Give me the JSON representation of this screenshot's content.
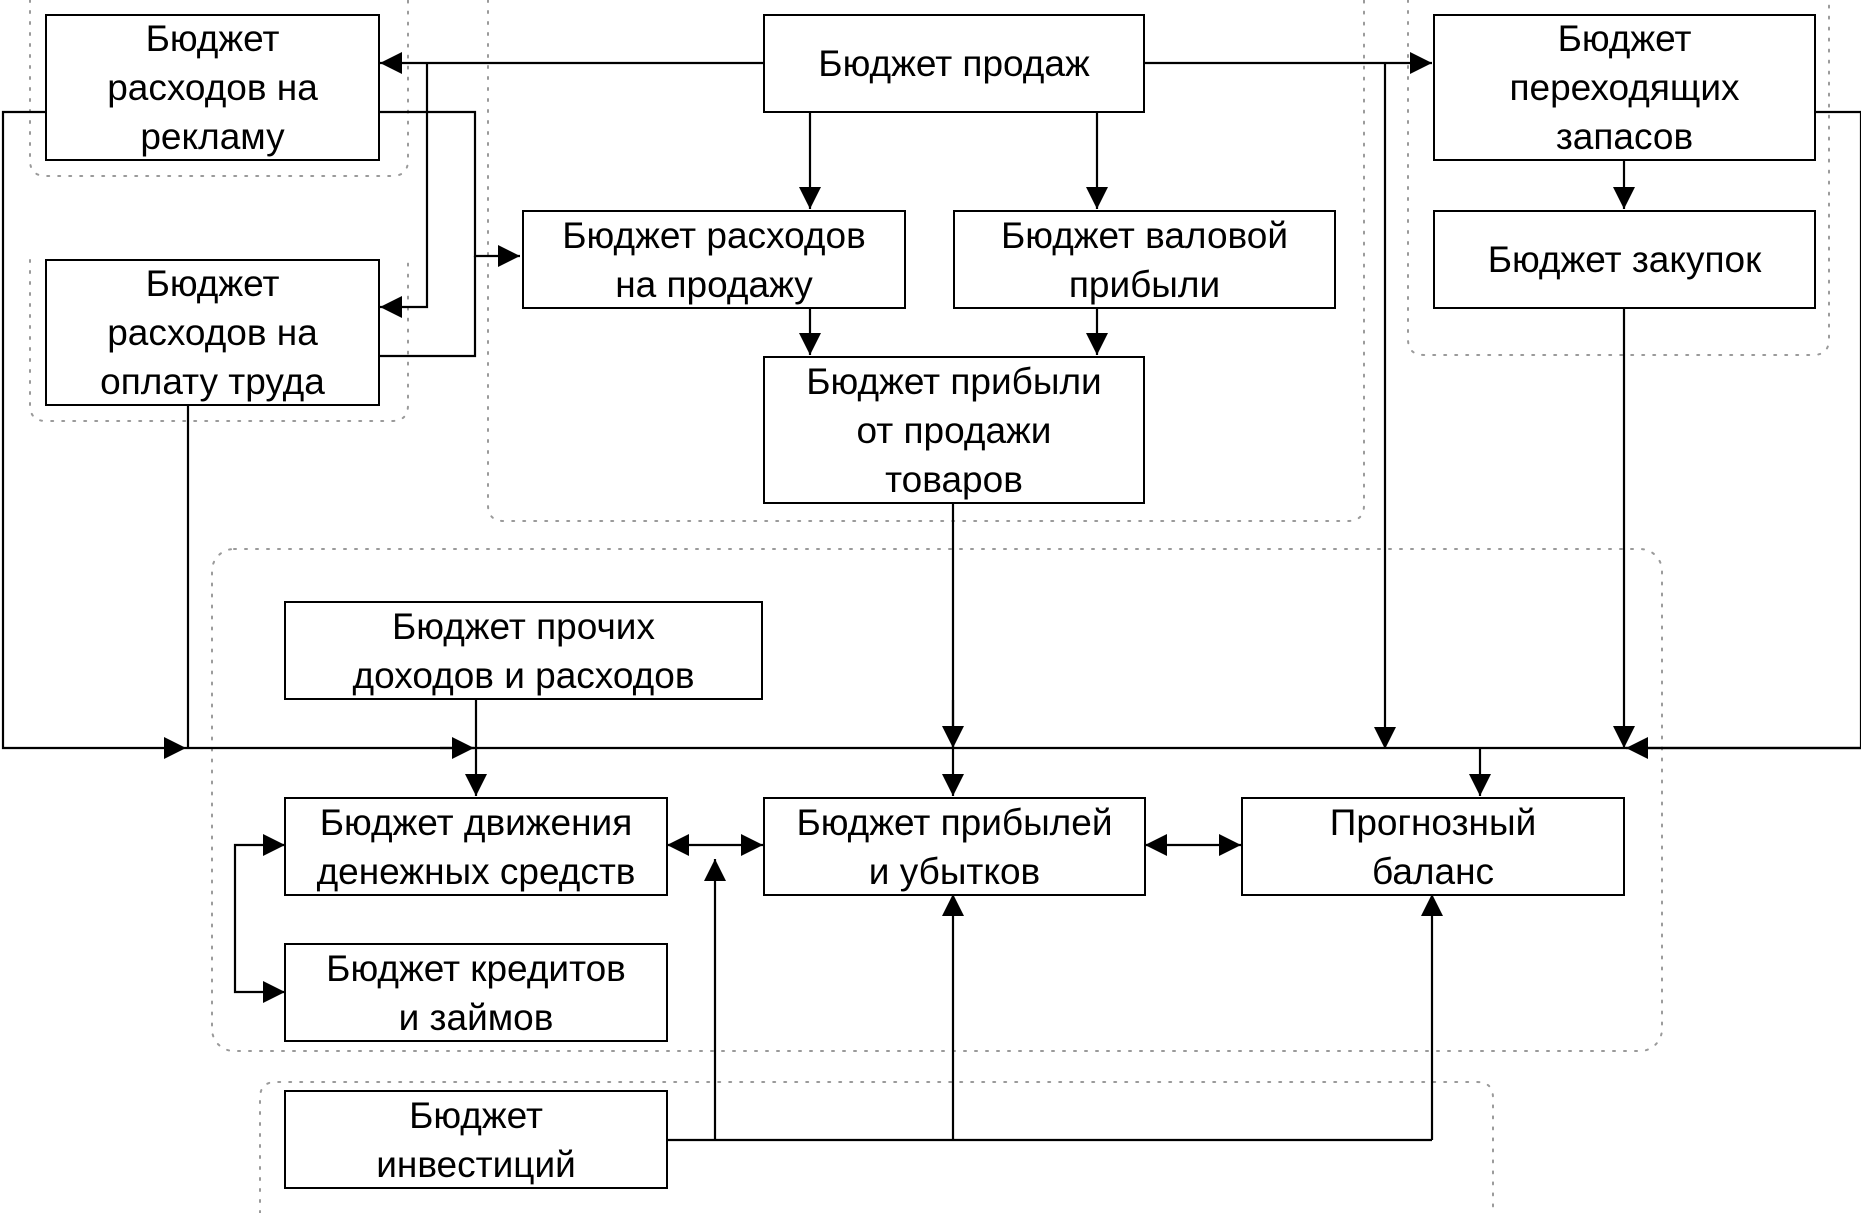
{
  "diagram": {
    "nodes": {
      "sales": "Бюджет продаж",
      "advertising": "Бюджет\nрасходов на\nрекламу",
      "payroll": "Бюджет\nрасходов на\nоплату труда",
      "selling_expenses": "Бюджет расходов\nна продажу",
      "gross_profit": "Бюджет валовой\nприбыли",
      "sales_profit": "Бюджет прибыли\nот продажи\nтоваров",
      "carryover_inventory": "Бюджет\nпереходящих\nзапасов",
      "purchases": "Бюджет закупок",
      "other_income_expenses": "Бюджет прочих\nдоходов и расходов",
      "cash_flow": "Бюджет движения\nденежных средств",
      "profit_loss": "Бюджет прибылей\nи убытков",
      "forecast_balance": "Прогнозный\nбаланс",
      "credits_loans": "Бюджет кредитов\nи займов",
      "investments": "Бюджет\nинвестиций"
    },
    "edges": [
      {
        "from": "sales",
        "to": "advertising"
      },
      {
        "from": "sales",
        "to": "payroll"
      },
      {
        "from": "sales",
        "to": "selling_expenses"
      },
      {
        "from": "sales",
        "to": "gross_profit"
      },
      {
        "from": "sales",
        "to": "carryover_inventory"
      },
      {
        "from": "sales",
        "to": "forecast_balance"
      },
      {
        "from": "advertising",
        "to": "selling_expenses"
      },
      {
        "from": "payroll",
        "to": "selling_expenses"
      },
      {
        "from": "advertising",
        "to": "cash_flow"
      },
      {
        "from": "payroll",
        "to": "cash_flow"
      },
      {
        "from": "selling_expenses",
        "to": "sales_profit"
      },
      {
        "from": "gross_profit",
        "to": "sales_profit"
      },
      {
        "from": "sales_profit",
        "to": "profit_loss"
      },
      {
        "from": "carryover_inventory",
        "to": "purchases"
      },
      {
        "from": "carryover_inventory",
        "to": "cash_flow"
      },
      {
        "from": "purchases",
        "to": "cash_flow"
      },
      {
        "from": "other_income_expenses",
        "to": "cash_flow"
      },
      {
        "from": "cash_flow",
        "to": "profit_loss",
        "bidirectional": true
      },
      {
        "from": "profit_loss",
        "to": "forecast_balance",
        "bidirectional": true
      },
      {
        "from": "cash_flow",
        "to": "credits_loans",
        "bidirectional": true
      },
      {
        "from": "investments",
        "to": "cash_flow"
      },
      {
        "from": "investments",
        "to": "profit_loss"
      },
      {
        "from": "investments",
        "to": "forecast_balance"
      }
    ],
    "colors": {
      "line": "#000000",
      "box_fill": "#ffffff",
      "group_border": "#9a9a9a"
    }
  }
}
